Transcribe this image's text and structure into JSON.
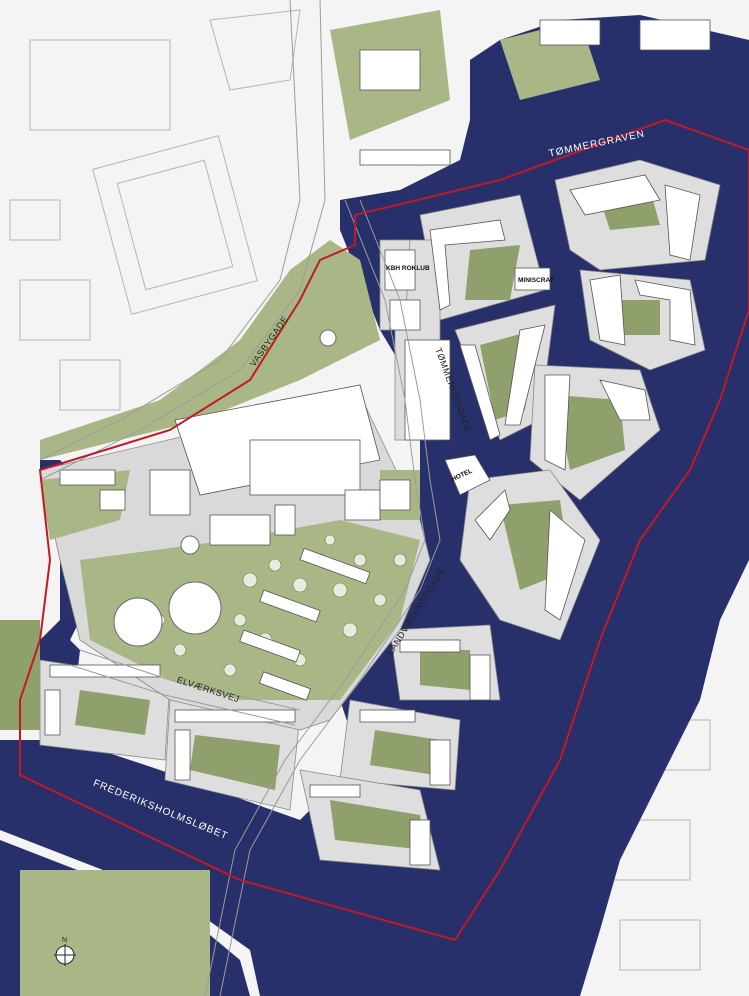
{
  "map": {
    "colors": {
      "water": "#27306a",
      "green": "#a9b787",
      "green_dark": "#8fa06c",
      "paving": "#dedede",
      "building": "#ffffff",
      "outline": "#7a7a7a",
      "boundary": "#c21a24",
      "land": "#f4f4f4"
    },
    "waterways": {
      "tommergraven": "TØMMERGRAVEN",
      "frederiksholmslobet": "FREDERIKSHOLMSLØBET"
    },
    "streets": {
      "vasbygade": "VASBYGADE",
      "tommerupsgade": "TØMMERUPSGADE",
      "landvindingsgade": "LANDVINDINGSGADE",
      "elvaerksvej": "ELVÆRKSVEJ"
    },
    "building_tags": {
      "kbh_roklub": "KBH ROKLUB",
      "miniscrap": "MINISCRAP",
      "hotel": "HOTEL"
    },
    "north_arrow": {
      "label": "N",
      "icon": "north-arrow-icon"
    }
  }
}
